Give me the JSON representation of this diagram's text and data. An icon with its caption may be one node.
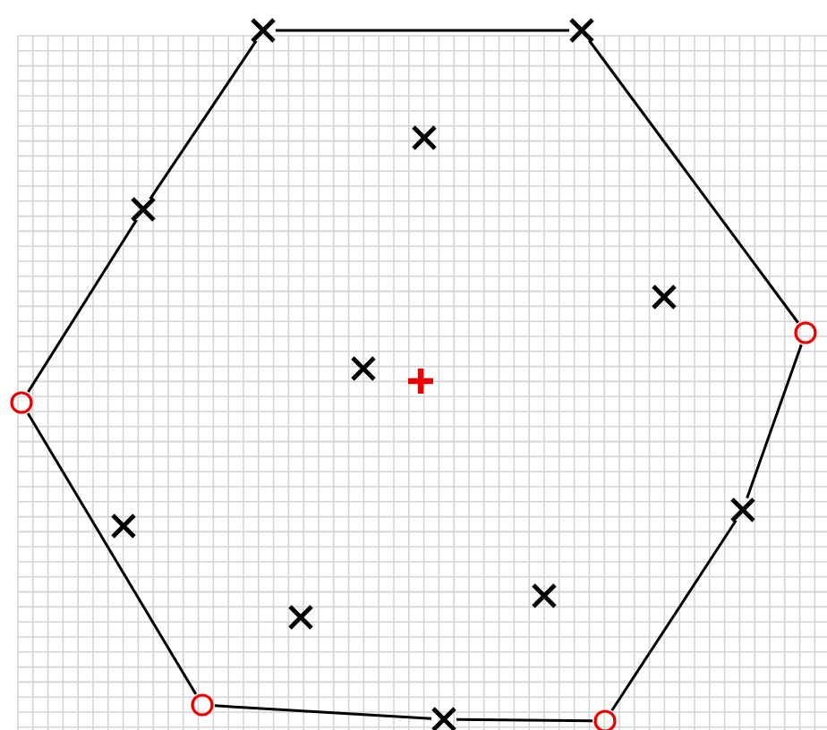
{
  "diagram": {
    "nodes": [
      {
        "text": [],
        "shape": "cross"
      },
      {
        "text": [],
        "shape": "cross"
      },
      {
        "text": [],
        "shape": "cross"
      },
      {
        "text": [],
        "shape": "cross"
      },
      {
        "text": [],
        "shape": "cross"
      },
      {
        "text": [],
        "shape": "circle"
      },
      {
        "text": [],
        "shape": "cross"
      },
      {
        "text": [],
        "shape": "plus"
      },
      {
        "text": [],
        "shape": "circle"
      },
      {
        "text": [],
        "shape": "cross"
      },
      {
        "text": [],
        "shape": "cross"
      },
      {
        "text": [],
        "shape": "cross"
      },
      {
        "text": [],
        "shape": "cross"
      },
      {
        "text": [],
        "shape": "circle"
      },
      {
        "text": [],
        "shape": "cross"
      },
      {
        "text": [],
        "shape": "circle"
      }
    ],
    "edges": [
      {
        "from": 0,
        "to": 1,
        "arrow": "none"
      },
      {
        "from": 1,
        "to": 5,
        "arrow": "none"
      },
      {
        "from": 5,
        "to": 9,
        "arrow": "none"
      },
      {
        "from": 9,
        "to": 15,
        "arrow": "none"
      },
      {
        "from": 15,
        "to": 14,
        "arrow": "none"
      },
      {
        "from": 14,
        "to": 13,
        "arrow": "none"
      },
      {
        "from": 13,
        "to": 8,
        "arrow": "none"
      },
      {
        "from": 8,
        "to": 3,
        "arrow": "none"
      },
      {
        "from": 3,
        "to": 0,
        "arrow": "none"
      }
    ]
  }
}
